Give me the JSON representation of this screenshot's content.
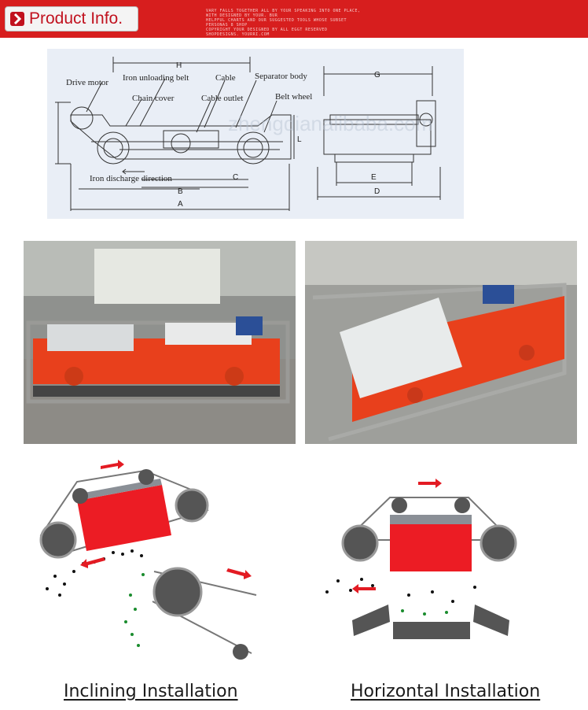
{
  "header": {
    "title": "Product Info.",
    "fine_print": [
      "VARY FALLS TOGETHER ALL BY YOUR SPEAKING INTO ONE PLACE, WITH DESIGNED BY YOUR. BUR",
      "HELPFUL CHARTS AND OUR SUGGESTED TOOLS WHOSE SUBSET PERSONAS 8 SHOP",
      "COPYRIGHT YOUR DESIGNED BY ALL EGGT RESERVED",
      "SHOPDESIGNS. YOURRI.COM"
    ]
  },
  "diagram": {
    "labels": {
      "drive_motor": "Drive motor",
      "iron_unloading_belt": "Iron unloading belt",
      "cable": "Cable",
      "separator_body": "Separator body",
      "chain_cover": "Chain cover",
      "cable_outlet": "Cable outlet",
      "belt_wheel": "Belt wheel",
      "iron_discharge_direction": "Iron discharge direction"
    },
    "dimensions": {
      "h": "H",
      "g": "G",
      "c": "C",
      "b": "B",
      "a": "A",
      "e": "E",
      "d": "D",
      "l": "L"
    },
    "watermark": "zhengdianalibaba.com"
  },
  "captions": {
    "inclining": "Inclining Installation",
    "horizontal": "Horizontal Installation"
  },
  "colors": {
    "header_red": "#d71e1e",
    "machine_orange": "#e8401c",
    "magnet_red": "#ec1c24",
    "arrow_red": "#e31b23"
  }
}
